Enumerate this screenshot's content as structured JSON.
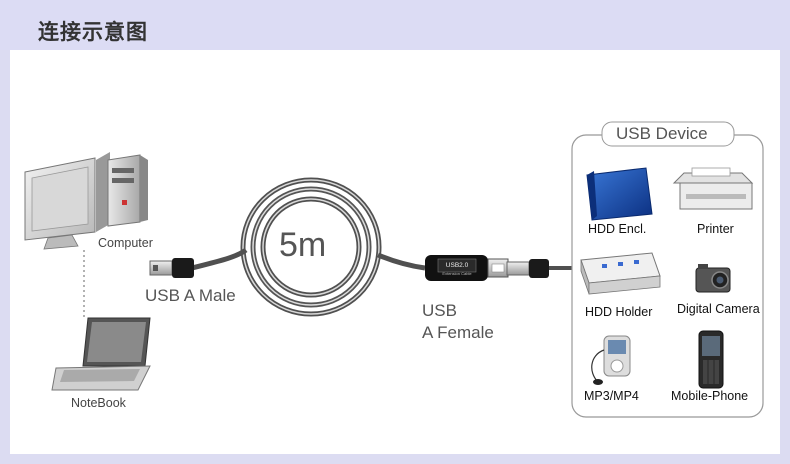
{
  "header": {
    "title": "连接示意图"
  },
  "computer": {
    "label": "Computer"
  },
  "notebook": {
    "label": "NoteBook"
  },
  "cable": {
    "length_label": "5m",
    "male_label": "USB A Male",
    "female_label_line1": "USB",
    "female_label_line2": "A Female",
    "connector_text": "USB2.0",
    "connector_subtext": "Extension Cable"
  },
  "device_box": {
    "title": "USB Device",
    "devices": [
      {
        "label": "HDD Encl.",
        "icon": "hdd-enclosure-icon"
      },
      {
        "label": "Printer",
        "icon": "printer-icon"
      },
      {
        "label": "HDD Holder",
        "icon": "hdd-holder-icon"
      },
      {
        "label": "Digital Camera",
        "icon": "digital-camera-icon"
      },
      {
        "label": "MP3/MP4",
        "icon": "mp3-player-icon"
      },
      {
        "label": "Mobile-Phone",
        "icon": "mobile-phone-icon"
      }
    ]
  }
}
